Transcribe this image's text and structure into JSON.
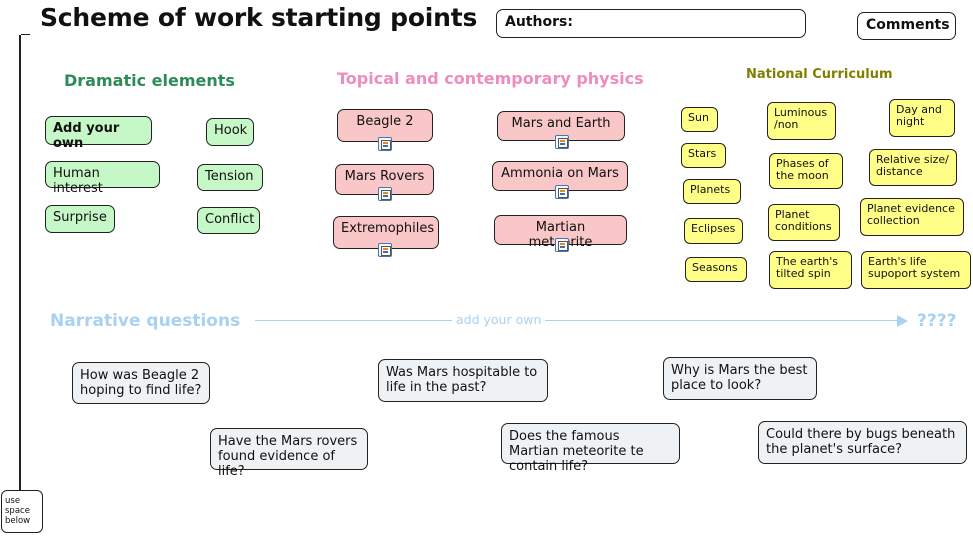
{
  "title": "Scheme of work starting points",
  "authors_label": "Authors:",
  "comments_label": "Comments",
  "dramatic": {
    "heading": "Dramatic elements",
    "items": [
      "Add your own",
      "Human interest",
      "Surprise",
      "Hook",
      "Tension",
      "Conflict"
    ]
  },
  "topical": {
    "heading": "Topical and contemporary physics",
    "items": [
      "Beagle 2",
      "Mars Rovers",
      "Extremophiles",
      "Mars and Earth",
      "Ammonia on Mars",
      "Martian meteorite"
    ]
  },
  "national": {
    "heading": "National Curriculum",
    "items": [
      "Sun",
      "Stars",
      "Planets",
      "Eclipses",
      "Seasons",
      "Luminous /non",
      "Phases of the moon",
      "Planet conditions",
      "The earth's tilted spin",
      "Day and night",
      "Relative size/ distance",
      "Planet evidence collection",
      "Earth's life supoport system"
    ]
  },
  "narrative": {
    "heading": "Narrative questions",
    "add_own": "add your own",
    "end_label": "????",
    "questions": [
      "How was Beagle 2 hoping to find life?",
      "Have the Mars rovers found evidence of life?",
      "Was Mars hospitable to life in the past?",
      "Does the famous Martian meteorite te contain life?",
      "Why is Mars the best place  to look?",
      "Could there by bugs beneath the planet's surface?"
    ]
  },
  "use_space_label": "use space below",
  "colors": {
    "dramatic_heading": "#2e8b57",
    "topical_heading": "#ee8cc0",
    "national_heading": "#808000",
    "narrative": "#a9d1f2",
    "green_box": "#c6f7c6",
    "pink_box": "#f9c7c7",
    "yellow_box": "#ffff88",
    "grey_box": "#eef2f4"
  },
  "icons": [
    "note-icon"
  ]
}
